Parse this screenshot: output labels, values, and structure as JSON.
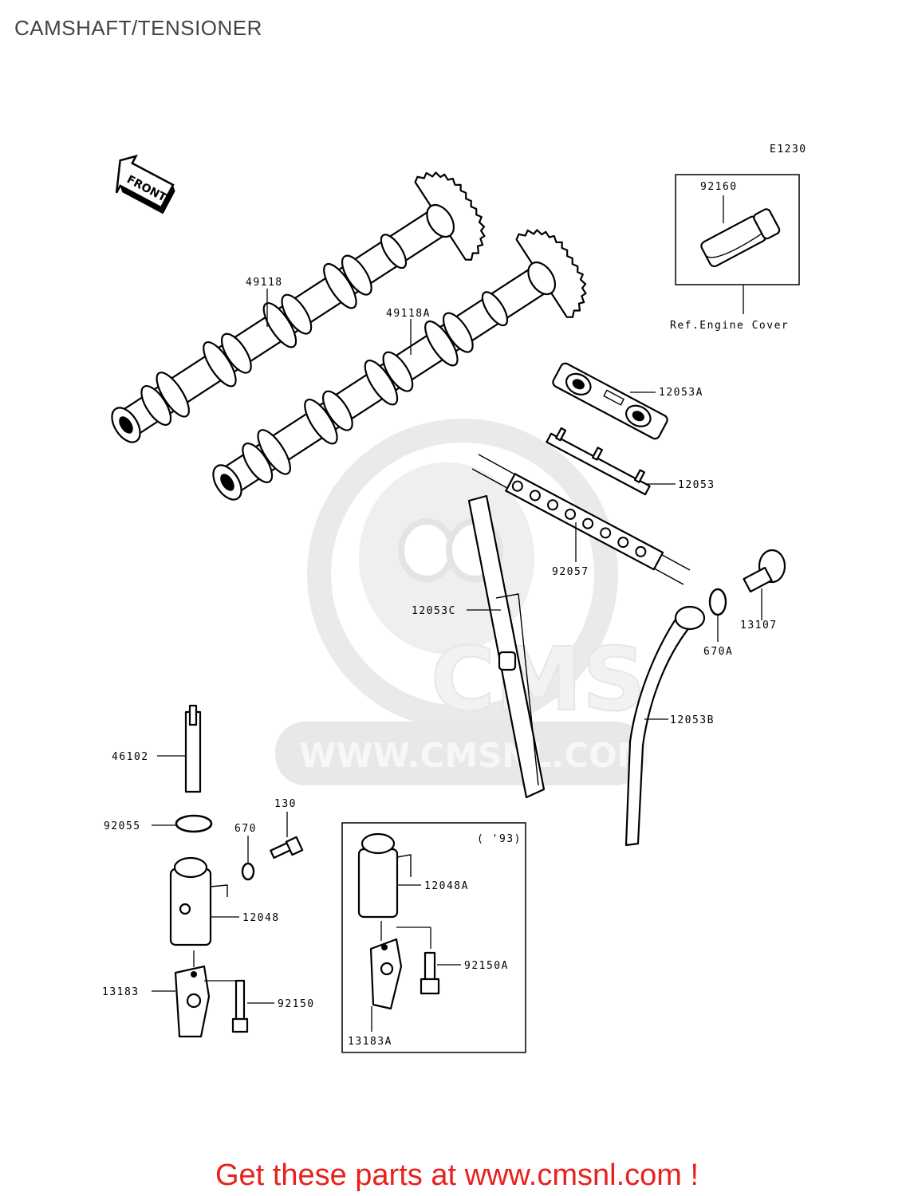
{
  "page": {
    "title": "CAMSHAFT/TENSIONER",
    "footer": "Get these parts at www.cmsnl.com !"
  },
  "diagram": {
    "code": "E1230",
    "front_label": "FRONT",
    "ref_box": {
      "part": "92160",
      "caption": "Ref.Engine Cover"
    },
    "variant_box": {
      "caption": "( '93)"
    },
    "watermark": {
      "brand": "CMS",
      "url": "WWW.CMSNL.COM"
    },
    "parts": {
      "p49118": "49118",
      "p49118A": "49118A",
      "p12053A": "12053A",
      "p12053": "12053",
      "p92057": "92057",
      "p12053C": "12053C",
      "p13107": "13107",
      "p670A": "670A",
      "p12053B": "12053B",
      "p46102": "46102",
      "p92055": "92055",
      "p130": "130",
      "p670": "670",
      "p12048": "12048",
      "p13183": "13183",
      "p92150": "92150",
      "p12048A": "12048A",
      "p92150A": "92150A",
      "p13183A": "13183A"
    }
  }
}
